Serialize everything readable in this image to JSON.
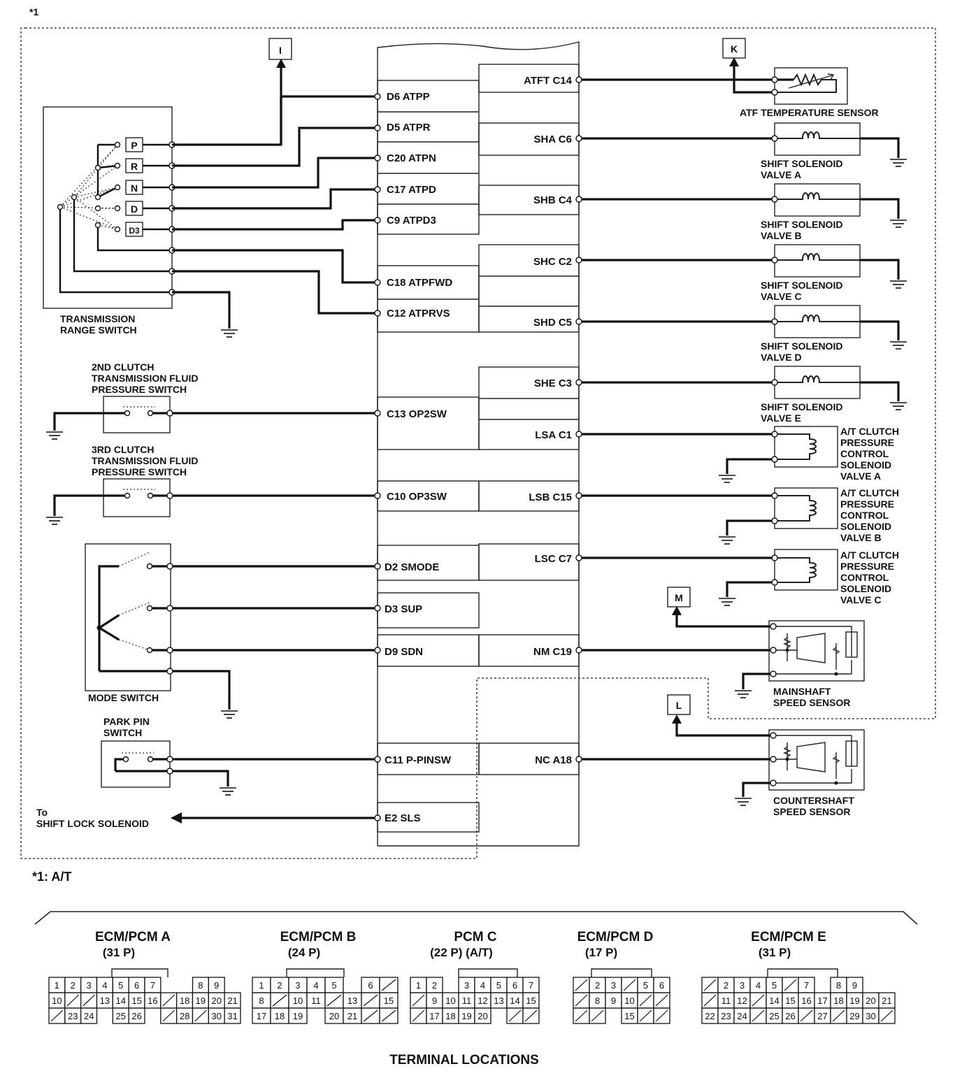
{
  "note_mark": "*1",
  "footnote": "*1: A/T",
  "ecm_left_terminals": [
    {
      "id": "ecm-term-d6",
      "text": "D6 ATPP"
    },
    {
      "id": "ecm-term-d5",
      "text": "D5 ATPR"
    },
    {
      "id": "ecm-term-c20",
      "text": "C20  ATPN"
    },
    {
      "id": "ecm-term-c17",
      "text": "C17 ATPD"
    },
    {
      "id": "ecm-term-c9",
      "text": "C9 ATPD3"
    },
    {
      "id": "ecm-term-c18",
      "text": "C18 ATPFWD"
    },
    {
      "id": "ecm-term-c12",
      "text": "C12 ATPRVS"
    },
    {
      "id": "ecm-term-c13",
      "text": "C13 OP2SW"
    },
    {
      "id": "ecm-term-c10",
      "text": "C10 OP3SW"
    },
    {
      "id": "ecm-term-d2",
      "text": "D2 SMODE"
    },
    {
      "id": "ecm-term-d3",
      "text": "D3 SUP"
    },
    {
      "id": "ecm-term-d9",
      "text": "D9 SDN"
    },
    {
      "id": "ecm-term-c11",
      "text": "C11 P-PINSW"
    },
    {
      "id": "ecm-term-e2",
      "text": "E2 SLS"
    }
  ],
  "ecm_right_terminals": [
    {
      "id": "ecm-term-c14",
      "text": "ATFT C14"
    },
    {
      "id": "ecm-term-c6",
      "text": "SHA C6"
    },
    {
      "id": "ecm-term-c4",
      "text": "SHB C4"
    },
    {
      "id": "ecm-term-c2",
      "text": "SHC C2"
    },
    {
      "id": "ecm-term-c5",
      "text": "SHD C5"
    },
    {
      "id": "ecm-term-c3",
      "text": "SHE C3"
    },
    {
      "id": "ecm-term-c1",
      "text": "LSA C1"
    },
    {
      "id": "ecm-term-c15",
      "text": "LSB C15"
    },
    {
      "id": "ecm-term-c7",
      "text": "LSC C7"
    },
    {
      "id": "ecm-term-c19",
      "text": "NM C19"
    },
    {
      "id": "ecm-term-a18",
      "text": "NC A18"
    }
  ],
  "range_positions": [
    "P",
    "R",
    "N",
    "D",
    "D3"
  ],
  "connectors_ref": {
    "i": "I",
    "k": "K",
    "m": "M",
    "l": "L"
  },
  "components": {
    "trs_line1": "TRANSMISSION",
    "trs_line2": "RANGE SWITCH",
    "c2sw_line1": "2ND CLUTCH",
    "c2sw_line2": "TRANSMISSION FLUID",
    "c2sw_line3": "PRESSURE SWITCH",
    "c3sw_line1": "3RD CLUTCH",
    "c3sw_line2": "TRANSMISSION FLUID",
    "c3sw_line3": "PRESSURE SWITCH",
    "mode_switch": "MODE SWITCH",
    "park_line1": "PARK PIN",
    "park_line2": "SWITCH",
    "to_line1": "To",
    "to_line2": "SHIFT LOCK SOLENOID",
    "atf_sensor": "ATF TEMPERATURE SENSOR",
    "sol_a1": "SHIFT SOLENOID",
    "sol_a2": "VALVE A",
    "sol_b1": "SHIFT SOLENOID",
    "sol_b2": "VALVE B",
    "sol_c1": "SHIFT SOLENOID",
    "sol_c2": "VALVE C",
    "sol_d1": "SHIFT SOLENOID",
    "sol_d2": "VALVE D",
    "sol_e1": "SHIFT SOLENOID",
    "sol_e2": "VALVE E",
    "pc_a1": "A/T CLUTCH",
    "pc_a2": "PRESSURE",
    "pc_a3": "CONTROL",
    "pc_a4": "SOLENOID",
    "pc_a5": "VALVE A",
    "pc_b1": "A/T CLUTCH",
    "pc_b2": "PRESSURE",
    "pc_b3": "CONTROL",
    "pc_b4": "SOLENOID",
    "pc_b5": "VALVE B",
    "pc_c1": "A/T CLUTCH",
    "pc_c2": "PRESSURE",
    "pc_c3": "CONTROL",
    "pc_c4": "SOLENOID",
    "pc_c5": "VALVE C",
    "mss_line1": "MAINSHAFT",
    "mss_line2": "SPEED SENSOR",
    "css_line1": "COUNTERSHAFT",
    "css_line2": "SPEED SENSOR"
  },
  "terminal_locations": {
    "title": "TERMINAL LOCATIONS",
    "connectors": [
      {
        "name": "ECM/PCM A",
        "spec": "(31 P)",
        "rows": [
          [
            "1",
            "2",
            "3",
            "4",
            "5",
            "6",
            "7",
            "",
            "",
            "8",
            "9"
          ],
          [
            "10",
            "/",
            "/",
            "13",
            "14",
            "15",
            "16",
            "/",
            "18",
            "19",
            "20",
            "21"
          ],
          [
            "/",
            "23",
            "24",
            "",
            "25",
            "26",
            "",
            "/",
            "28",
            "/",
            "30",
            "31"
          ]
        ]
      },
      {
        "name": "ECM/PCM B",
        "spec": "(24 P)",
        "rows": [
          [
            "1",
            "2",
            "3",
            "4",
            "5",
            "",
            "6",
            "/"
          ],
          [
            "8",
            "/",
            "10",
            "11",
            "/",
            "13",
            "/",
            "15"
          ],
          [
            "17",
            "18",
            "19",
            "",
            "20",
            "21",
            "/",
            "/"
          ]
        ]
      },
      {
        "name": "PCM C",
        "spec": "(22 P) (A/T)",
        "rows": [
          [
            "1",
            "2",
            "",
            "3",
            "4",
            "5",
            "6",
            "7"
          ],
          [
            "/",
            "9",
            "10",
            "11",
            "12",
            "13",
            "14",
            "15"
          ],
          [
            "/",
            "17",
            "18",
            "19",
            "20",
            "",
            "/",
            "/"
          ]
        ]
      },
      {
        "name": "ECM/PCM D",
        "spec": "(17 P)",
        "rows": [
          [
            "/",
            "2",
            "3",
            "/",
            "5",
            "6"
          ],
          [
            "/",
            "8",
            "9",
            "10",
            "/",
            "/"
          ],
          [
            "/",
            "/",
            "",
            "15",
            "/",
            "/"
          ]
        ]
      },
      {
        "name": "ECM/PCM E",
        "spec": "(31 P)",
        "rows": [
          [
            "/",
            "2",
            "3",
            "4",
            "5",
            "/",
            "7",
            "",
            "8",
            "9"
          ],
          [
            "/",
            "11",
            "12",
            "/",
            "14",
            "15",
            "16",
            "17",
            "18",
            "19",
            "20",
            "21"
          ],
          [
            "22",
            "23",
            "24",
            "/",
            "25",
            "26",
            "/",
            "27",
            "/",
            "29",
            "30",
            "/"
          ]
        ]
      }
    ]
  }
}
